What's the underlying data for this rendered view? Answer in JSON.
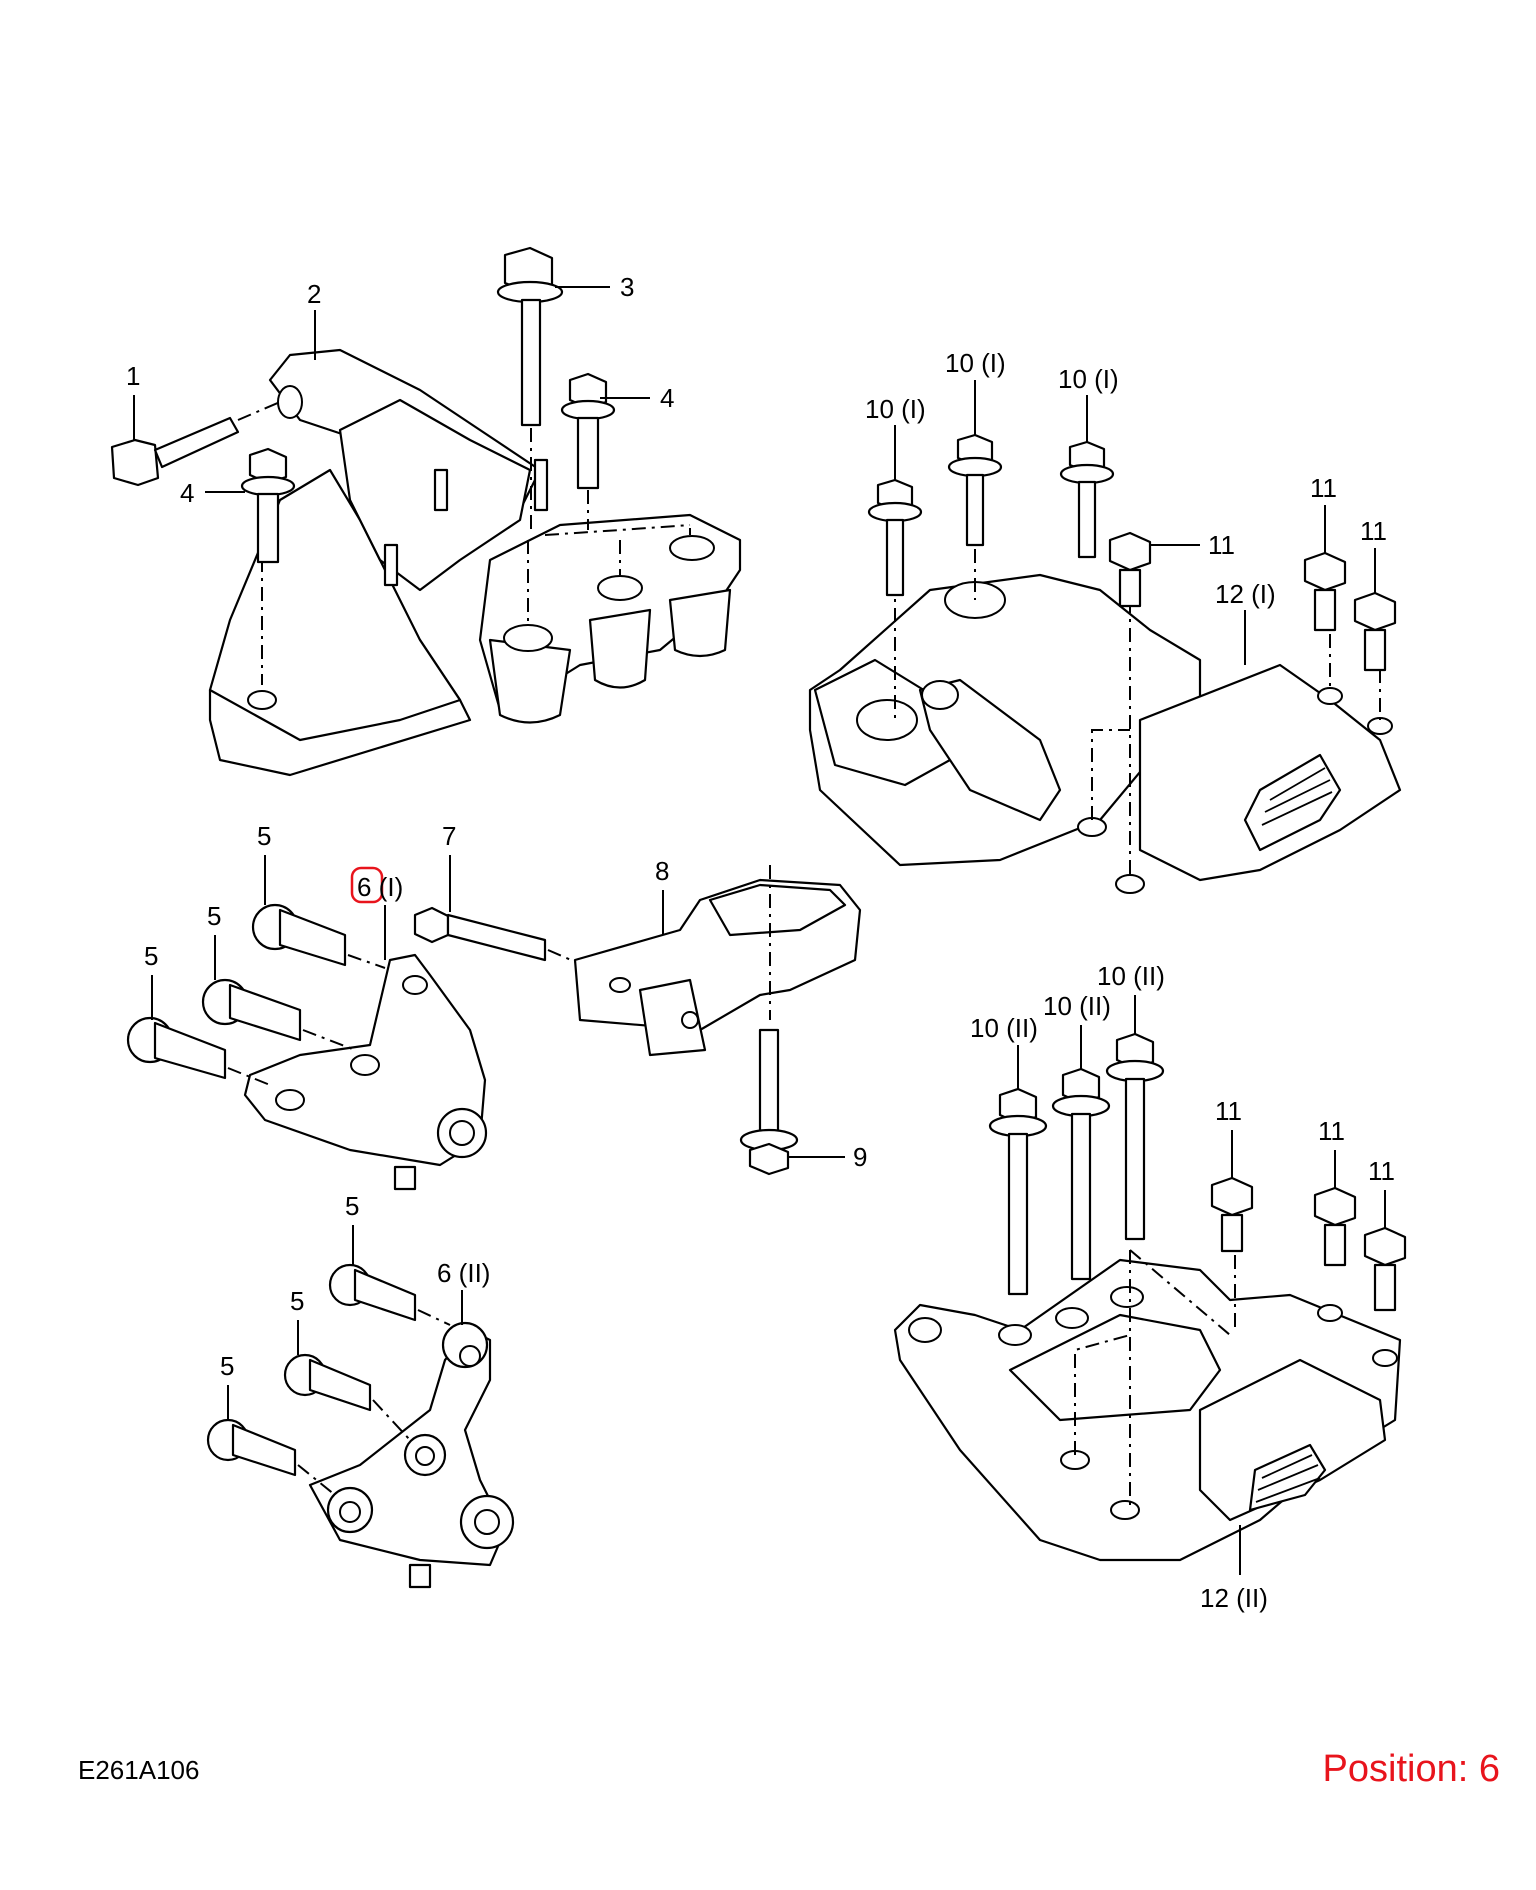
{
  "callouts": {
    "c1": "1",
    "c2": "2",
    "c3": "3",
    "c4a": "4",
    "c4b": "4",
    "c10ia": "10 (I)",
    "c10ib": "10 (I)",
    "c10ic": "10 (I)",
    "c11a": "11",
    "c11b": "11",
    "c11c": "11",
    "c12i": "12 (I)",
    "c5a": "5",
    "c5b": "5",
    "c5c": "5",
    "c6i": "6 (I)",
    "c7": "7",
    "c8": "8",
    "c9": "9",
    "c10iia": "10 (II)",
    "c10iib": "10 (II)",
    "c10iic": "10 (II)",
    "c11d": "11",
    "c11e": "11",
    "c11f": "11",
    "c5d": "5",
    "c5e": "5",
    "c5f": "5",
    "c6ii": "6 (II)",
    "c12ii": "12 (II)"
  },
  "footer": {
    "reference": "E261A106",
    "position": "Position: 6"
  },
  "highlight_color": "#e8141c"
}
